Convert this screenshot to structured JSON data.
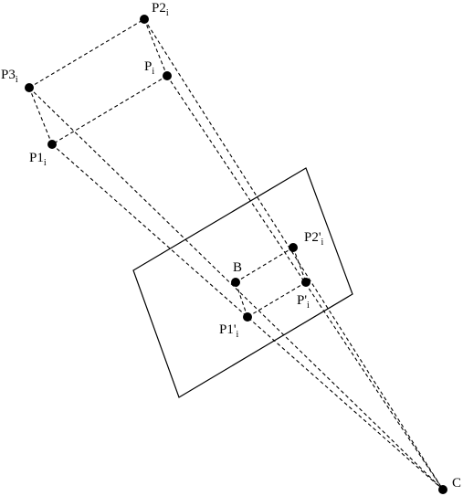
{
  "points": {
    "P2": {
      "base": "P2",
      "prime": "",
      "sub": "i"
    },
    "Pi": {
      "base": "P",
      "prime": "",
      "sub": "i"
    },
    "P3": {
      "base": "P3",
      "prime": "",
      "sub": "i"
    },
    "P1": {
      "base": "P1",
      "prime": "",
      "sub": "i"
    },
    "P2p": {
      "base": "P2",
      "prime": "'",
      "sub": "i"
    },
    "B": {
      "base": "B",
      "prime": "",
      "sub": ""
    },
    "Pp": {
      "base": "P",
      "prime": "'",
      "sub": "i"
    },
    "P1p": {
      "base": "P1",
      "prime": "'",
      "sub": "i"
    },
    "C": {
      "base": "C",
      "prime": "",
      "sub": ""
    }
  }
}
